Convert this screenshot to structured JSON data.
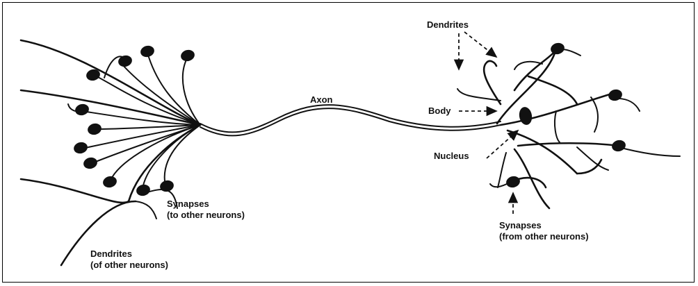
{
  "diagram": {
    "labels": {
      "dendrites_top": "Dendrites",
      "axon": "Axon",
      "body": "Body",
      "nucleus": "Nucleus",
      "synapses_to": "Synapses",
      "synapses_to_sub": "(to other neurons)",
      "dendrites_other": "Dendrites",
      "dendrites_other_sub": "(of other neurons)",
      "synapses_from": "Synapses",
      "synapses_from_sub": "(from other neurons)"
    },
    "colors": {
      "ink": "#111111",
      "background": "#ffffff",
      "border": "#000000"
    }
  }
}
